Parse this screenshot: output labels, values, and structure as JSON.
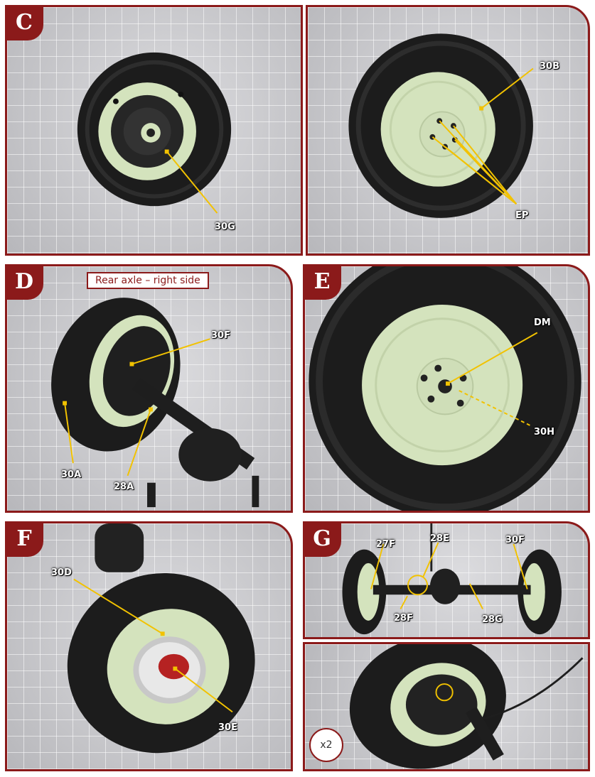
{
  "steps": {
    "c": "C",
    "d": "D",
    "e": "E",
    "f": "F",
    "g": "G"
  },
  "panel_c_left": {
    "labels": {
      "l1": "30G"
    }
  },
  "panel_c_right": {
    "labels": {
      "l1": "30B",
      "l2": "EP"
    }
  },
  "panel_d": {
    "caption": "Rear axle – right side",
    "labels": {
      "l1": "30F",
      "l2": "30A",
      "l3": "28A"
    }
  },
  "panel_e": {
    "labels": {
      "l1": "DM",
      "l2": "30H"
    }
  },
  "panel_f": {
    "labels": {
      "l1": "30D",
      "l2": "30E"
    }
  },
  "panel_g_top": {
    "labels": {
      "l1": "27F",
      "l2": "28E",
      "l3": "30F",
      "l4": "28F",
      "l5": "28G"
    }
  },
  "panel_g_bottom": {
    "badge": "x2"
  },
  "colors": {
    "frame": "#8b1a1a",
    "leader": "#f2c200",
    "wheel": "#d4e3bd",
    "tire": "#1c1c1c"
  }
}
